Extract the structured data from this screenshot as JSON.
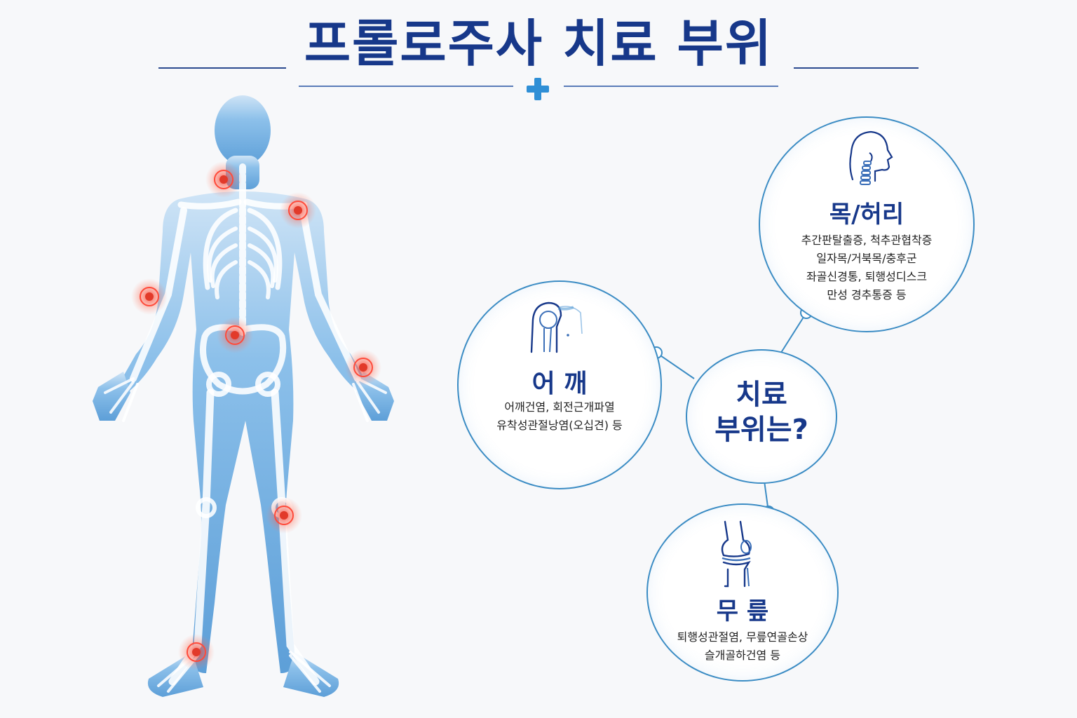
{
  "title": "프롤로주사 치료 부위",
  "center": {
    "line1": "치료",
    "line2": "부위는?"
  },
  "regions": {
    "neck_back": {
      "heading": "목/허리",
      "lines": [
        "추간판탈출증, 척추관협착증",
        "일자목/거북목/충후군",
        "좌골신경통, 퇴행성디스크",
        "만성 경추통증 등"
      ],
      "icon": "neck-spine-icon"
    },
    "shoulder": {
      "heading": "어 깨",
      "lines": [
        "어깨건염, 회전근개파열",
        "유착성관절낭염(오십견) 등"
      ],
      "icon": "shoulder-joint-icon"
    },
    "knee": {
      "heading": "무 릎",
      "lines": [
        "퇴행성관절염, 무릎연골손상",
        "슬개골하건염 등"
      ],
      "icon": "knee-joint-icon"
    }
  },
  "colors": {
    "title": "#17388a",
    "accent": "#3b8cc4",
    "plus": "#2f8fd6",
    "pain": "#e23a2a",
    "body": "#7fb6e4"
  }
}
